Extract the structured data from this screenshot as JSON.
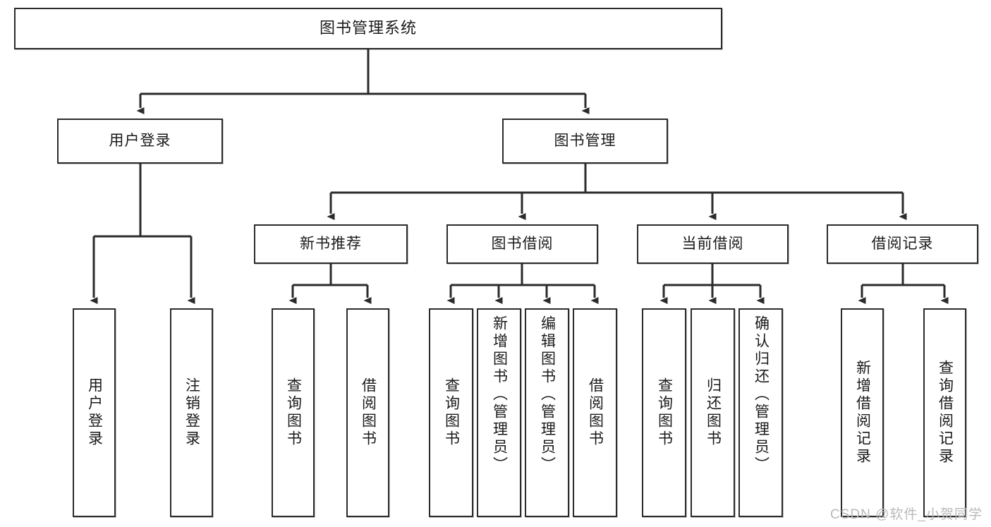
{
  "diagram": {
    "title": "图书管理系统",
    "type": "tree-hierarchy-chart",
    "root": {
      "label": "图书管理系统"
    },
    "level2": [
      {
        "label": "用户登录"
      },
      {
        "label": "图书管理"
      }
    ],
    "level3": [
      {
        "label": "新书推荐"
      },
      {
        "label": "图书借阅"
      },
      {
        "label": "当前借阅"
      },
      {
        "label": "借阅记录"
      }
    ],
    "leaves_user_login": [
      {
        "label": "用户登录"
      },
      {
        "label": "注销登录"
      }
    ],
    "leaves_new_book": [
      {
        "label": "查询图书"
      },
      {
        "label": "借阅图书"
      }
    ],
    "leaves_borrow": [
      {
        "label": "查询图书"
      },
      {
        "label": "新增图书（管理员）"
      },
      {
        "label": "编辑图书（管理员）"
      },
      {
        "label": "借阅图书"
      }
    ],
    "leaves_current": [
      {
        "label": "查询图书"
      },
      {
        "label": "归还图书"
      },
      {
        "label": "确认归还（管理员）"
      }
    ],
    "leaves_records": [
      {
        "label": "新增借阅记录"
      },
      {
        "label": "查询借阅记录"
      }
    ]
  },
  "watermark": {
    "text": "CSDN @软件_小贺同学"
  },
  "colors": {
    "stroke": "#2b2b2b",
    "fill": "#ffffff",
    "text": "#1a1a1a",
    "watermark": "#b9b9b9"
  }
}
